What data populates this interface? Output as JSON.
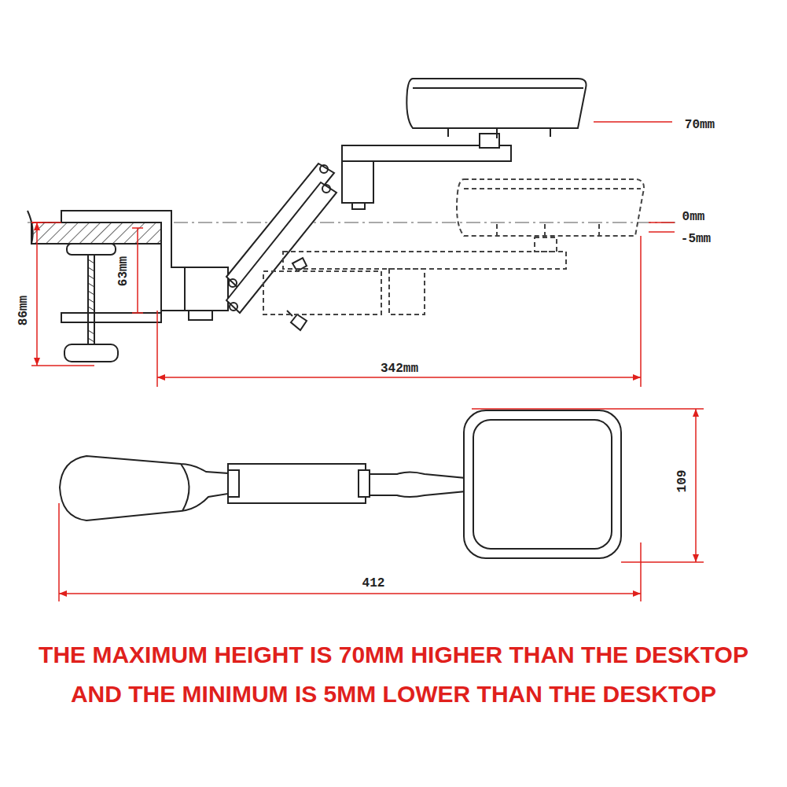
{
  "diagram": {
    "caption": "THE MAXIMUM HEIGHT IS 70MM HIGHER THAN THE DESKTOP AND THE MINIMUM IS 5MM LOWER THAN THE DESKTOP",
    "labels": [
      "70mm",
      "0mm",
      "-5mm",
      "63mm",
      "86mm",
      "342mm",
      "109",
      "412"
    ]
  }
}
